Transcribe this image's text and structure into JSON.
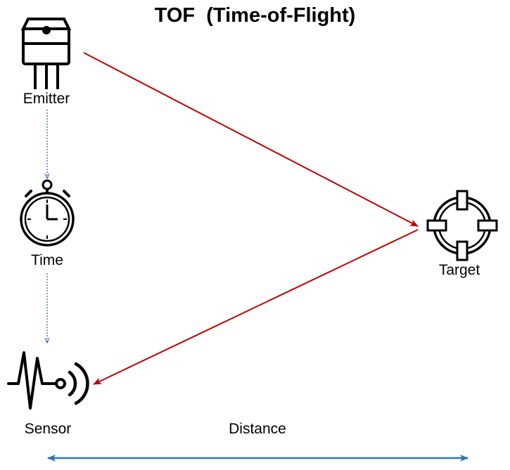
{
  "title": "TOF  (Time-of-Flight)",
  "nodes": {
    "emitter": {
      "label": "Emitter",
      "icon": "chip-emitter-icon"
    },
    "time": {
      "label": "Time",
      "icon": "stopwatch-icon"
    },
    "sensor": {
      "label": "Sensor",
      "icon": "signal-sensor-icon"
    },
    "target": {
      "label": "Target",
      "icon": "crosshair-target-icon"
    }
  },
  "distance": {
    "label": "Distance"
  },
  "colors": {
    "beam": "#c00000",
    "distance_arrow": "#2e75b6",
    "dotted_flow": "#2e5d9e",
    "icon": "#000000"
  }
}
